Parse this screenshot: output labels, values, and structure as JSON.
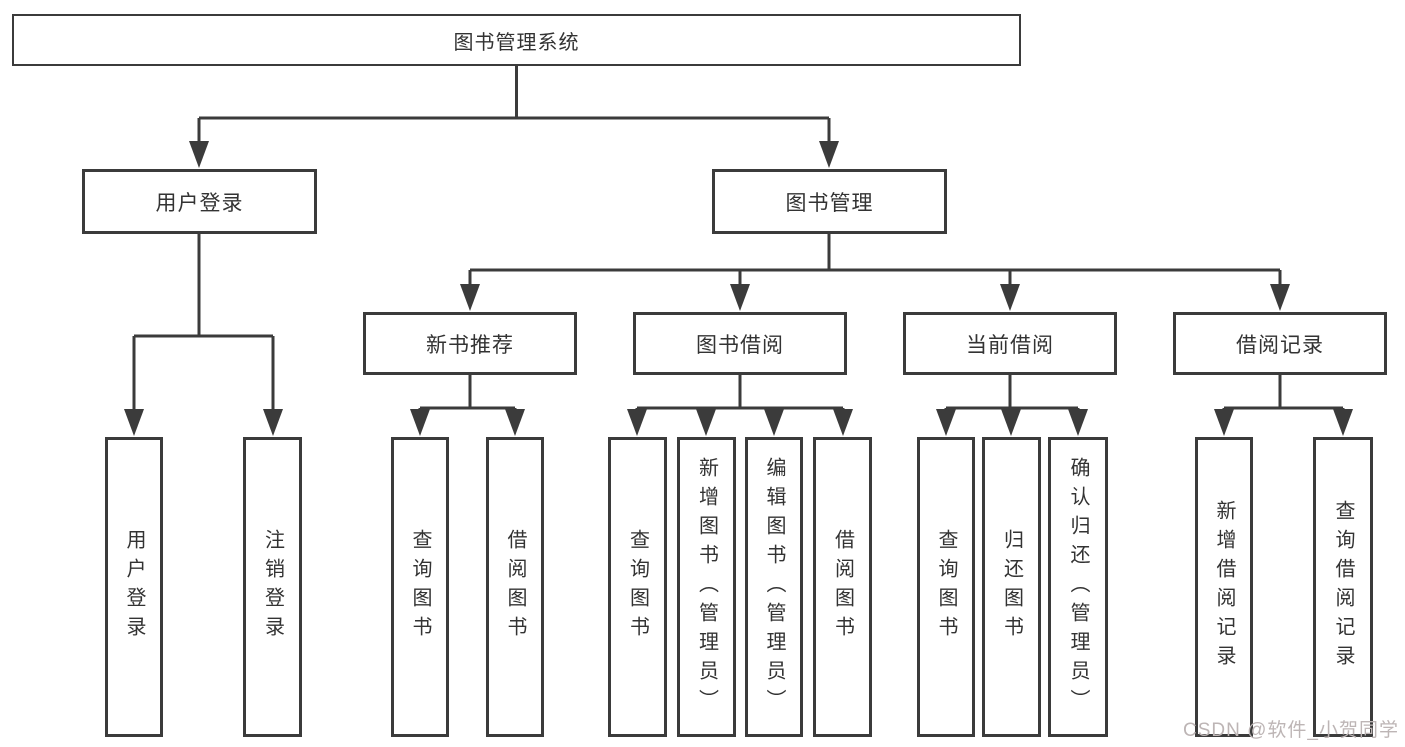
{
  "colors": {
    "line": "#3b3b3b",
    "box_border": "#3b3b3b",
    "text": "#333333",
    "watermark": "#bdb5b5",
    "background": "#ffffff"
  },
  "watermark": {
    "text": "CSDN @软件_小贺同学"
  },
  "diagram": {
    "type": "hierarchy-tree",
    "root": {
      "label": "图书管理系统",
      "children": [
        {
          "label": "用户登录",
          "children": [
            {
              "label": "用户登录"
            },
            {
              "label": "注销登录"
            }
          ]
        },
        {
          "label": "图书管理",
          "children": [
            {
              "label": "新书推荐",
              "children": [
                {
                  "label": "查询图书"
                },
                {
                  "label": "借阅图书"
                }
              ]
            },
            {
              "label": "图书借阅",
              "children": [
                {
                  "label": "查询图书"
                },
                {
                  "label": "新增图书（管理员）"
                },
                {
                  "label": "编辑图书（管理员）"
                },
                {
                  "label": "借阅图书"
                }
              ]
            },
            {
              "label": "当前借阅",
              "children": [
                {
                  "label": "查询图书"
                },
                {
                  "label": "归还图书"
                },
                {
                  "label": "确认归还（管理员）"
                }
              ]
            },
            {
              "label": "借阅记录",
              "children": [
                {
                  "label": "新增借阅记录"
                },
                {
                  "label": "查询借阅记录"
                }
              ]
            }
          ]
        }
      ]
    }
  }
}
